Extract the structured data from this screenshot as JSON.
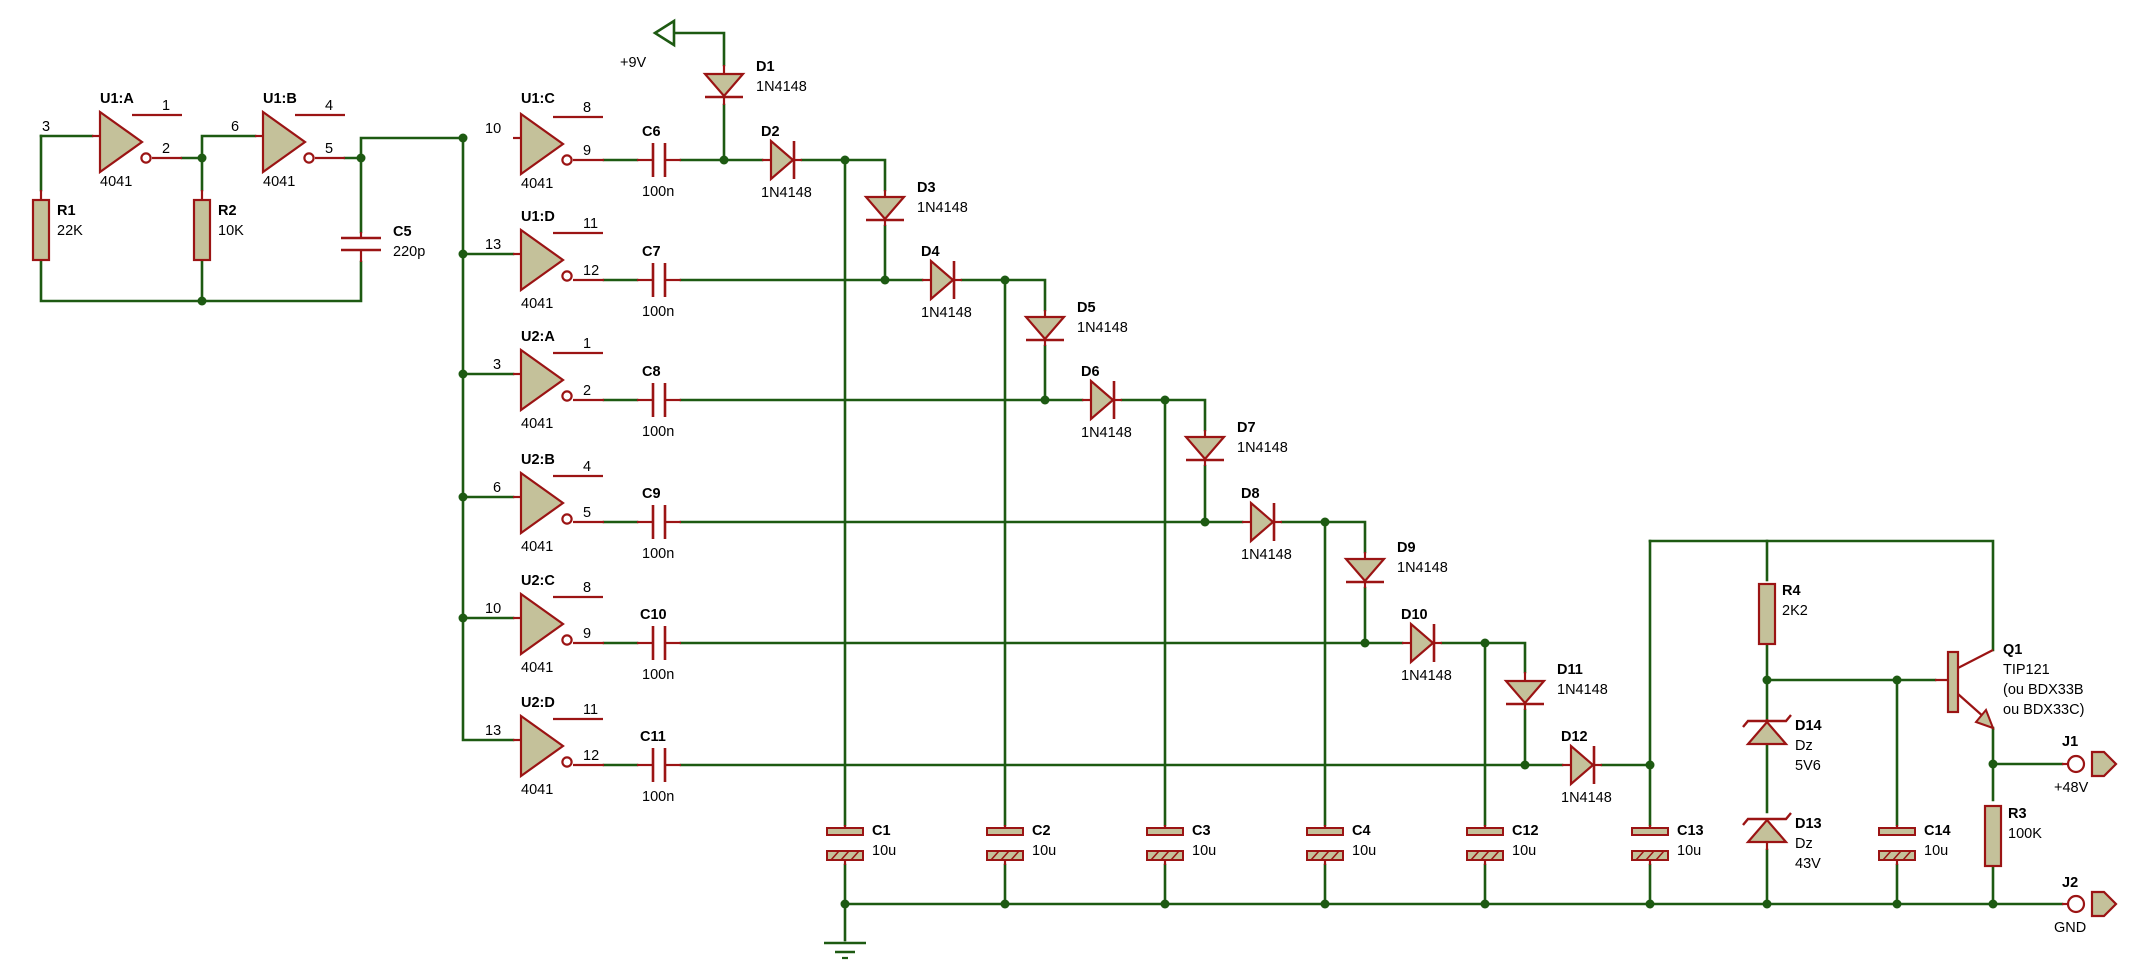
{
  "colors": {
    "wire": "#1d5a12",
    "component_line": "#9b1414",
    "component_fill": "#c4c19a",
    "text": "#000000",
    "junction": "#1d5a12"
  },
  "gates": [
    {
      "ref": "U1:A",
      "value": "4041",
      "in_pin": "3",
      "out_pin": "2",
      "aux_pin": "1"
    },
    {
      "ref": "U1:B",
      "value": "4041",
      "in_pin": "6",
      "out_pin": "5",
      "aux_pin": "4"
    },
    {
      "ref": "U1:C",
      "value": "4041",
      "in_pin": "10",
      "out_pin": "9",
      "aux_pin": "8"
    },
    {
      "ref": "U1:D",
      "value": "4041",
      "in_pin": "13",
      "out_pin": "12",
      "aux_pin": "11"
    },
    {
      "ref": "U2:A",
      "value": "4041",
      "in_pin": "3",
      "out_pin": "2",
      "aux_pin": "1"
    },
    {
      "ref": "U2:B",
      "value": "4041",
      "in_pin": "6",
      "out_pin": "5",
      "aux_pin": "4"
    },
    {
      "ref": "U2:C",
      "value": "4041",
      "in_pin": "10",
      "out_pin": "9",
      "aux_pin": "8"
    },
    {
      "ref": "U2:D",
      "value": "4041",
      "in_pin": "13",
      "out_pin": "12",
      "aux_pin": "11"
    }
  ],
  "resistors": [
    {
      "ref": "R1",
      "value": "22K"
    },
    {
      "ref": "R2",
      "value": "10K"
    },
    {
      "ref": "R3",
      "value": "100K"
    },
    {
      "ref": "R4",
      "value": "2K2"
    }
  ],
  "caps_np": [
    {
      "ref": "C5",
      "value": "220p"
    },
    {
      "ref": "C6",
      "value": "100n"
    },
    {
      "ref": "C7",
      "value": "100n"
    },
    {
      "ref": "C8",
      "value": "100n"
    },
    {
      "ref": "C9",
      "value": "100n"
    },
    {
      "ref": "C10",
      "value": "100n"
    },
    {
      "ref": "C11",
      "value": "100n"
    }
  ],
  "caps_pol": [
    {
      "ref": "C1",
      "value": "10u"
    },
    {
      "ref": "C2",
      "value": "10u"
    },
    {
      "ref": "C3",
      "value": "10u"
    },
    {
      "ref": "C4",
      "value": "10u"
    },
    {
      "ref": "C12",
      "value": "10u"
    },
    {
      "ref": "C13",
      "value": "10u"
    },
    {
      "ref": "C14",
      "value": "10u"
    }
  ],
  "diodes": [
    {
      "ref": "D1",
      "value": "1N4148"
    },
    {
      "ref": "D2",
      "value": "1N4148"
    },
    {
      "ref": "D3",
      "value": "1N4148"
    },
    {
      "ref": "D4",
      "value": "1N4148"
    },
    {
      "ref": "D5",
      "value": "1N4148"
    },
    {
      "ref": "D6",
      "value": "1N4148"
    },
    {
      "ref": "D7",
      "value": "1N4148"
    },
    {
      "ref": "D8",
      "value": "1N4148"
    },
    {
      "ref": "D9",
      "value": "1N4148"
    },
    {
      "ref": "D10",
      "value": "1N4148"
    },
    {
      "ref": "D11",
      "value": "1N4148"
    },
    {
      "ref": "D12",
      "value": "1N4148"
    }
  ],
  "zeners": [
    {
      "ref": "D14",
      "value_line1": "Dz",
      "value_line2": "5V6"
    },
    {
      "ref": "D13",
      "value_line1": "Dz",
      "value_line2": "43V"
    }
  ],
  "transistor": {
    "ref": "Q1",
    "value": "TIP121",
    "alt1": "(ou BDX33B",
    "alt2": "ou BDX33C)"
  },
  "power": {
    "label": "+9V"
  },
  "connectors": [
    {
      "ref": "J1",
      "label": "+48V"
    },
    {
      "ref": "J2",
      "label": "GND"
    }
  ]
}
